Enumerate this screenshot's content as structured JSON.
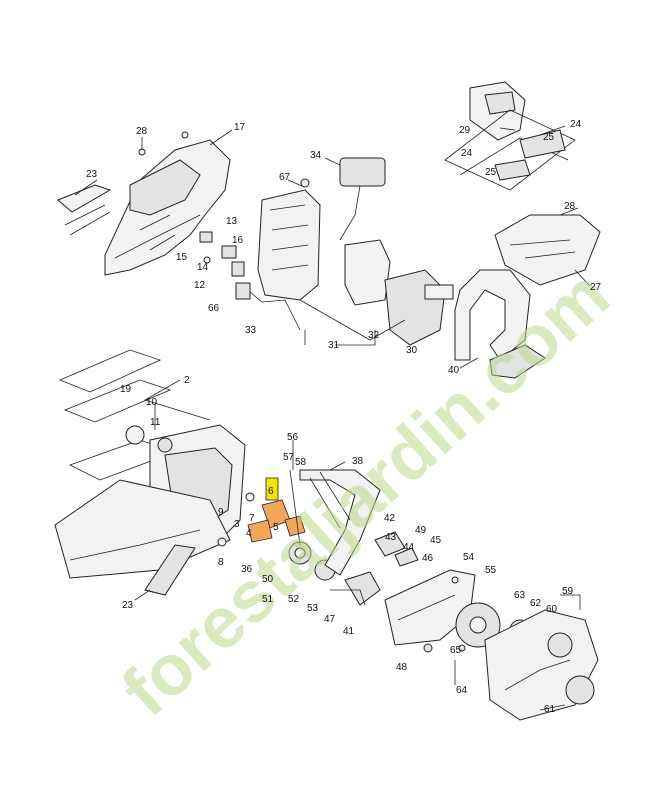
{
  "diagram": {
    "watermark": "forestaljardin.com",
    "callouts": [
      {
        "id": "c28a",
        "text": "28"
      },
      {
        "id": "c17",
        "text": "17"
      },
      {
        "id": "c23a",
        "text": "23"
      },
      {
        "id": "c67",
        "text": "67"
      },
      {
        "id": "c34",
        "text": "34"
      },
      {
        "id": "c13",
        "text": "13"
      },
      {
        "id": "c16",
        "text": "16"
      },
      {
        "id": "c15",
        "text": "15"
      },
      {
        "id": "c14",
        "text": "14"
      },
      {
        "id": "c12",
        "text": "12"
      },
      {
        "id": "c66",
        "text": "66"
      },
      {
        "id": "c33",
        "text": "33"
      },
      {
        "id": "c31",
        "text": "31"
      },
      {
        "id": "c32",
        "text": "32"
      },
      {
        "id": "c30",
        "text": "30"
      },
      {
        "id": "c29",
        "text": "29"
      },
      {
        "id": "c24a",
        "text": "24"
      },
      {
        "id": "c25a",
        "text": "25"
      },
      {
        "id": "c24b",
        "text": "24"
      },
      {
        "id": "c25b",
        "text": "25"
      },
      {
        "id": "c28b",
        "text": "28"
      },
      {
        "id": "c27",
        "text": "27"
      },
      {
        "id": "c40",
        "text": "40"
      },
      {
        "id": "c2",
        "text": "2"
      },
      {
        "id": "c19",
        "text": "19"
      },
      {
        "id": "c10",
        "text": "10"
      },
      {
        "id": "c11",
        "text": "11"
      },
      {
        "id": "c56",
        "text": "56"
      },
      {
        "id": "c57",
        "text": "57"
      },
      {
        "id": "c58",
        "text": "58"
      },
      {
        "id": "c38",
        "text": "38"
      },
      {
        "id": "c6",
        "text": "6"
      },
      {
        "id": "c9",
        "text": "9"
      },
      {
        "id": "c7",
        "text": "7"
      },
      {
        "id": "c3",
        "text": "3"
      },
      {
        "id": "c5",
        "text": "5"
      },
      {
        "id": "c4",
        "text": "4"
      },
      {
        "id": "c8",
        "text": "8"
      },
      {
        "id": "c36",
        "text": "36"
      },
      {
        "id": "c50",
        "text": "50"
      },
      {
        "id": "c23b",
        "text": "23"
      },
      {
        "id": "c51",
        "text": "51"
      },
      {
        "id": "c52",
        "text": "52"
      },
      {
        "id": "c42",
        "text": "42"
      },
      {
        "id": "c49",
        "text": "49"
      },
      {
        "id": "c43",
        "text": "43"
      },
      {
        "id": "c45",
        "text": "45"
      },
      {
        "id": "c44",
        "text": "44"
      },
      {
        "id": "c46",
        "text": "46"
      },
      {
        "id": "c54",
        "text": "54"
      },
      {
        "id": "c55",
        "text": "55"
      },
      {
        "id": "c53",
        "text": "53"
      },
      {
        "id": "c47",
        "text": "47"
      },
      {
        "id": "c41",
        "text": "41"
      },
      {
        "id": "c59",
        "text": "59"
      },
      {
        "id": "c63",
        "text": "63"
      },
      {
        "id": "c62",
        "text": "62"
      },
      {
        "id": "c60",
        "text": "60"
      },
      {
        "id": "c48",
        "text": "48"
      },
      {
        "id": "c65",
        "text": "65"
      },
      {
        "id": "c64",
        "text": "64"
      },
      {
        "id": "c61",
        "text": "61"
      }
    ]
  },
  "colors": {
    "watermark": "#b9d98a",
    "highlight_yellow": "#f5e400",
    "highlight_orange": "#f2a65a"
  }
}
